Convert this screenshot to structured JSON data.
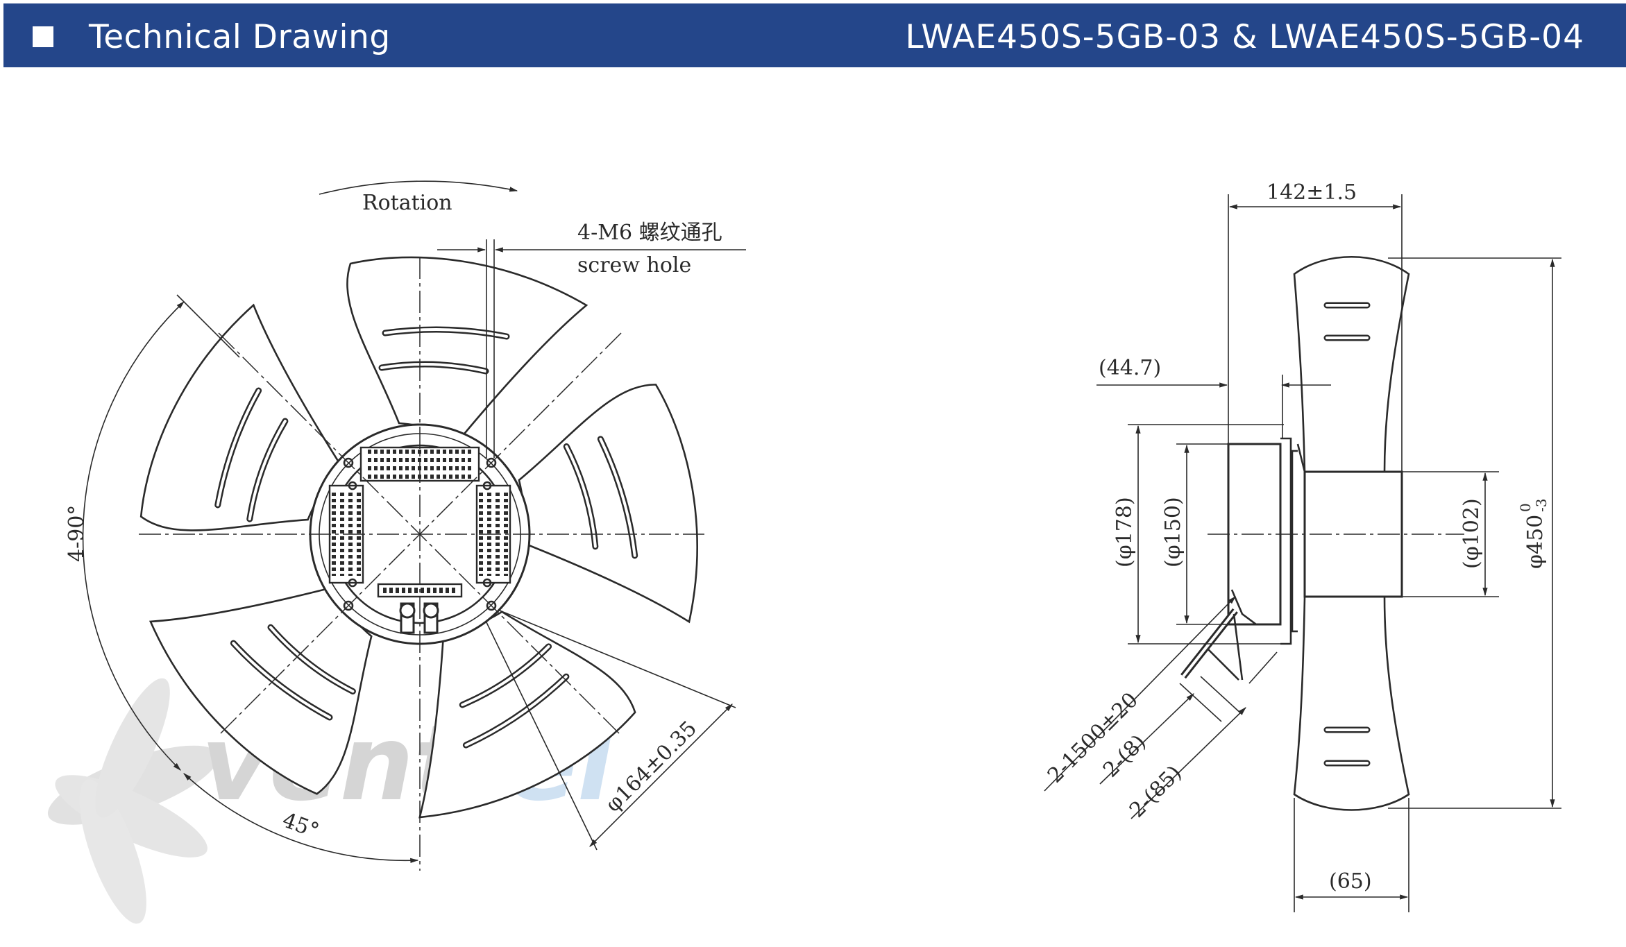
{
  "header": {
    "title": "Technical Drawing",
    "models": "LWAE450S-5GB-03 & LWAE450S-5GB-04"
  },
  "front_view": {
    "rotation_label": "Rotation",
    "screw_hole_cn": "4-M6 螺纹通孔",
    "screw_hole_en": "screw hole",
    "angle_label": "4-90°",
    "angle_45": "45°",
    "bolt_circle": "φ164±0.35"
  },
  "side_view": {
    "width": "142±1.5",
    "offset": "(44.7)",
    "d178": "(φ178)",
    "d150": "(φ150)",
    "d102": "(φ102)",
    "d450": "φ450",
    "d450_upper": "0",
    "d450_lower": "-3",
    "cable_length": "2-1500±20",
    "cable_8": "2-(8)",
    "cable_85": "2-(85)",
    "hub_width": "(65)"
  },
  "watermark": {
    "text_dark": "vent",
    "text_blue": "el",
    "dark_color": "#b3b3b3",
    "blue_color": "#a8c8e8"
  },
  "colors": {
    "header_bg": "#24468a",
    "line": "#2a2a2a"
  }
}
